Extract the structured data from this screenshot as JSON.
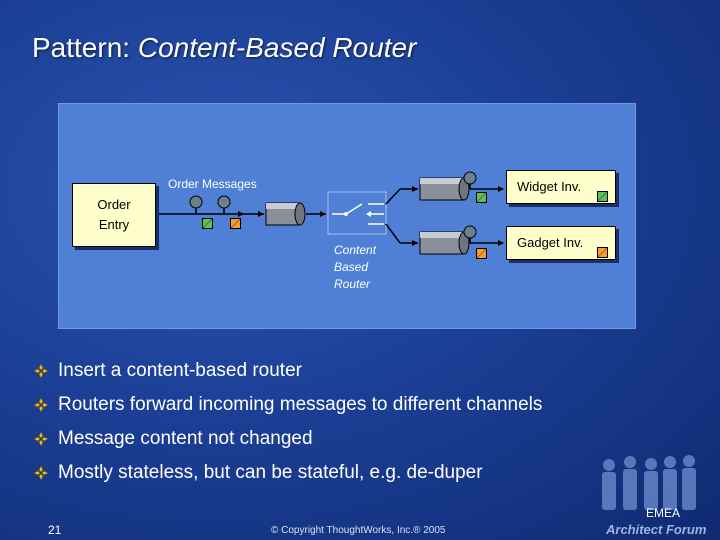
{
  "slide": {
    "title_prefix": "Pattern: ",
    "title_emphasis": "Content-Based Router"
  },
  "diagram": {
    "order_entry_line1": "Order",
    "order_entry_line2": "Entry",
    "order_messages_label": "Order Messages",
    "router_line1": "Content",
    "router_line2": "Based",
    "router_line3": "Router",
    "widget_label": "Widget Inv.",
    "gadget_label": "Gadget Inv."
  },
  "bullets": [
    "Insert a content-based router",
    "Routers forward incoming messages to different channels",
    "Message content not changed",
    "Mostly stateless, but can be stateful, e.g. de-duper"
  ],
  "footer": {
    "page_number": "21",
    "copyright": "© Copyright ThoughtWorks, Inc.® 2005",
    "emea": "EMEA",
    "forum": "Architect Forum"
  },
  "colors": {
    "background": "#1c3f96",
    "diagram_panel": "#4f80d6",
    "system_box": "#ffffcc",
    "bullet_mark": "#e8c020",
    "message_green": "#5cc15a",
    "message_orange": "#f0a030"
  }
}
